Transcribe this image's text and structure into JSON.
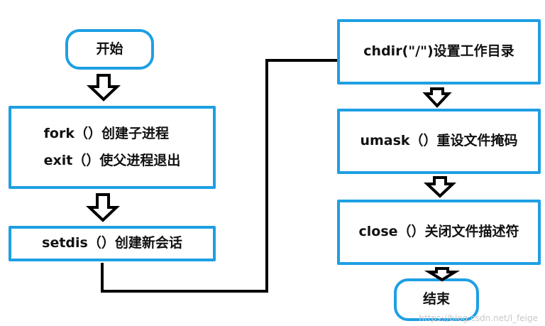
{
  "diagram": {
    "nodes": {
      "start": {
        "label": "开始"
      },
      "fork_exit": {
        "lines": [
          "fork（）创建子进程",
          "exit（）使父进程退出"
        ]
      },
      "setdis": {
        "label": "setdis（）创建新会话"
      },
      "chdir": {
        "label": "chdir(\"/\")设置工作目录"
      },
      "umask": {
        "label": "umask（）重设文件掩码"
      },
      "close": {
        "label": "close（）关闭文件描述符"
      },
      "end": {
        "label": "结束"
      }
    },
    "colors": {
      "node_border": "#1e9fe3",
      "arrow": "#000000",
      "connector": "#000000"
    }
  },
  "watermark": "https://blog.csdn.net/l_feige"
}
